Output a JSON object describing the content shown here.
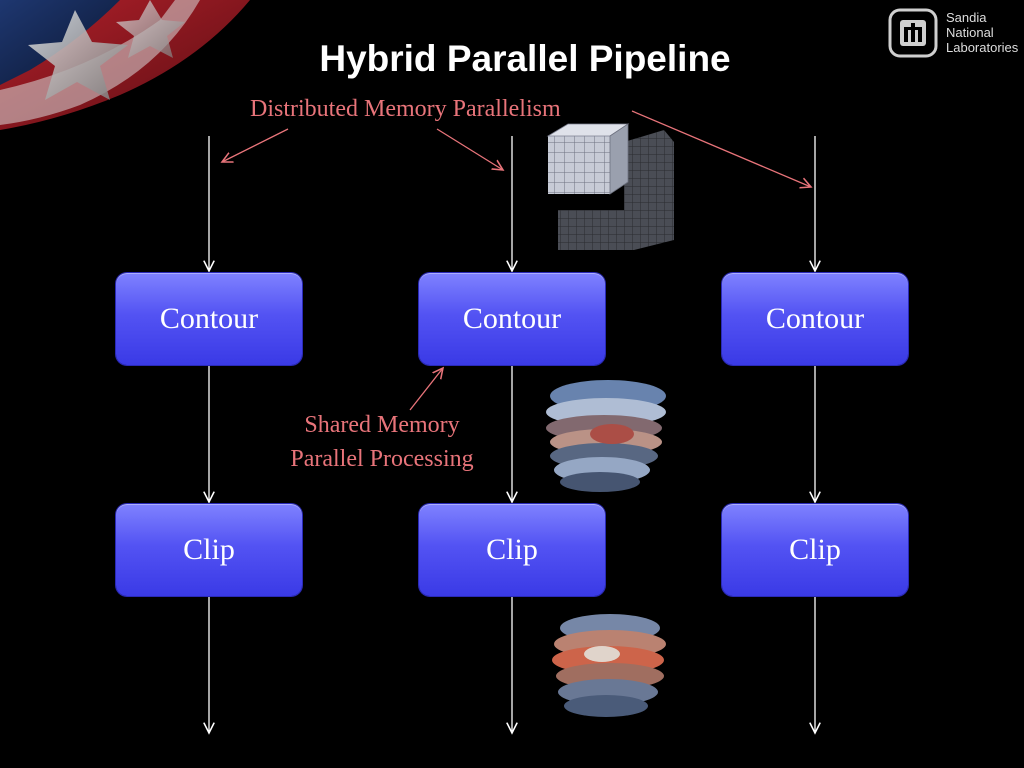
{
  "slide": {
    "title": "Hybrid Parallel Pipeline",
    "annotations": {
      "distributed": "Distributed Memory Parallelism",
      "shared_line1": "Shared Memory",
      "shared_line2": "Parallel Processing"
    },
    "pipelines": [
      {
        "contour": "Contour",
        "clip": "Clip"
      },
      {
        "contour": "Contour",
        "clip": "Clip"
      },
      {
        "contour": "Contour",
        "clip": "Clip"
      }
    ],
    "logo": {
      "line1": "Sandia",
      "line2": "National",
      "line3": "Laboratories"
    },
    "colors": {
      "background": "#000000",
      "box": "#5a5cf5",
      "annotation": "#e8747a",
      "line": "#ffffff"
    }
  }
}
